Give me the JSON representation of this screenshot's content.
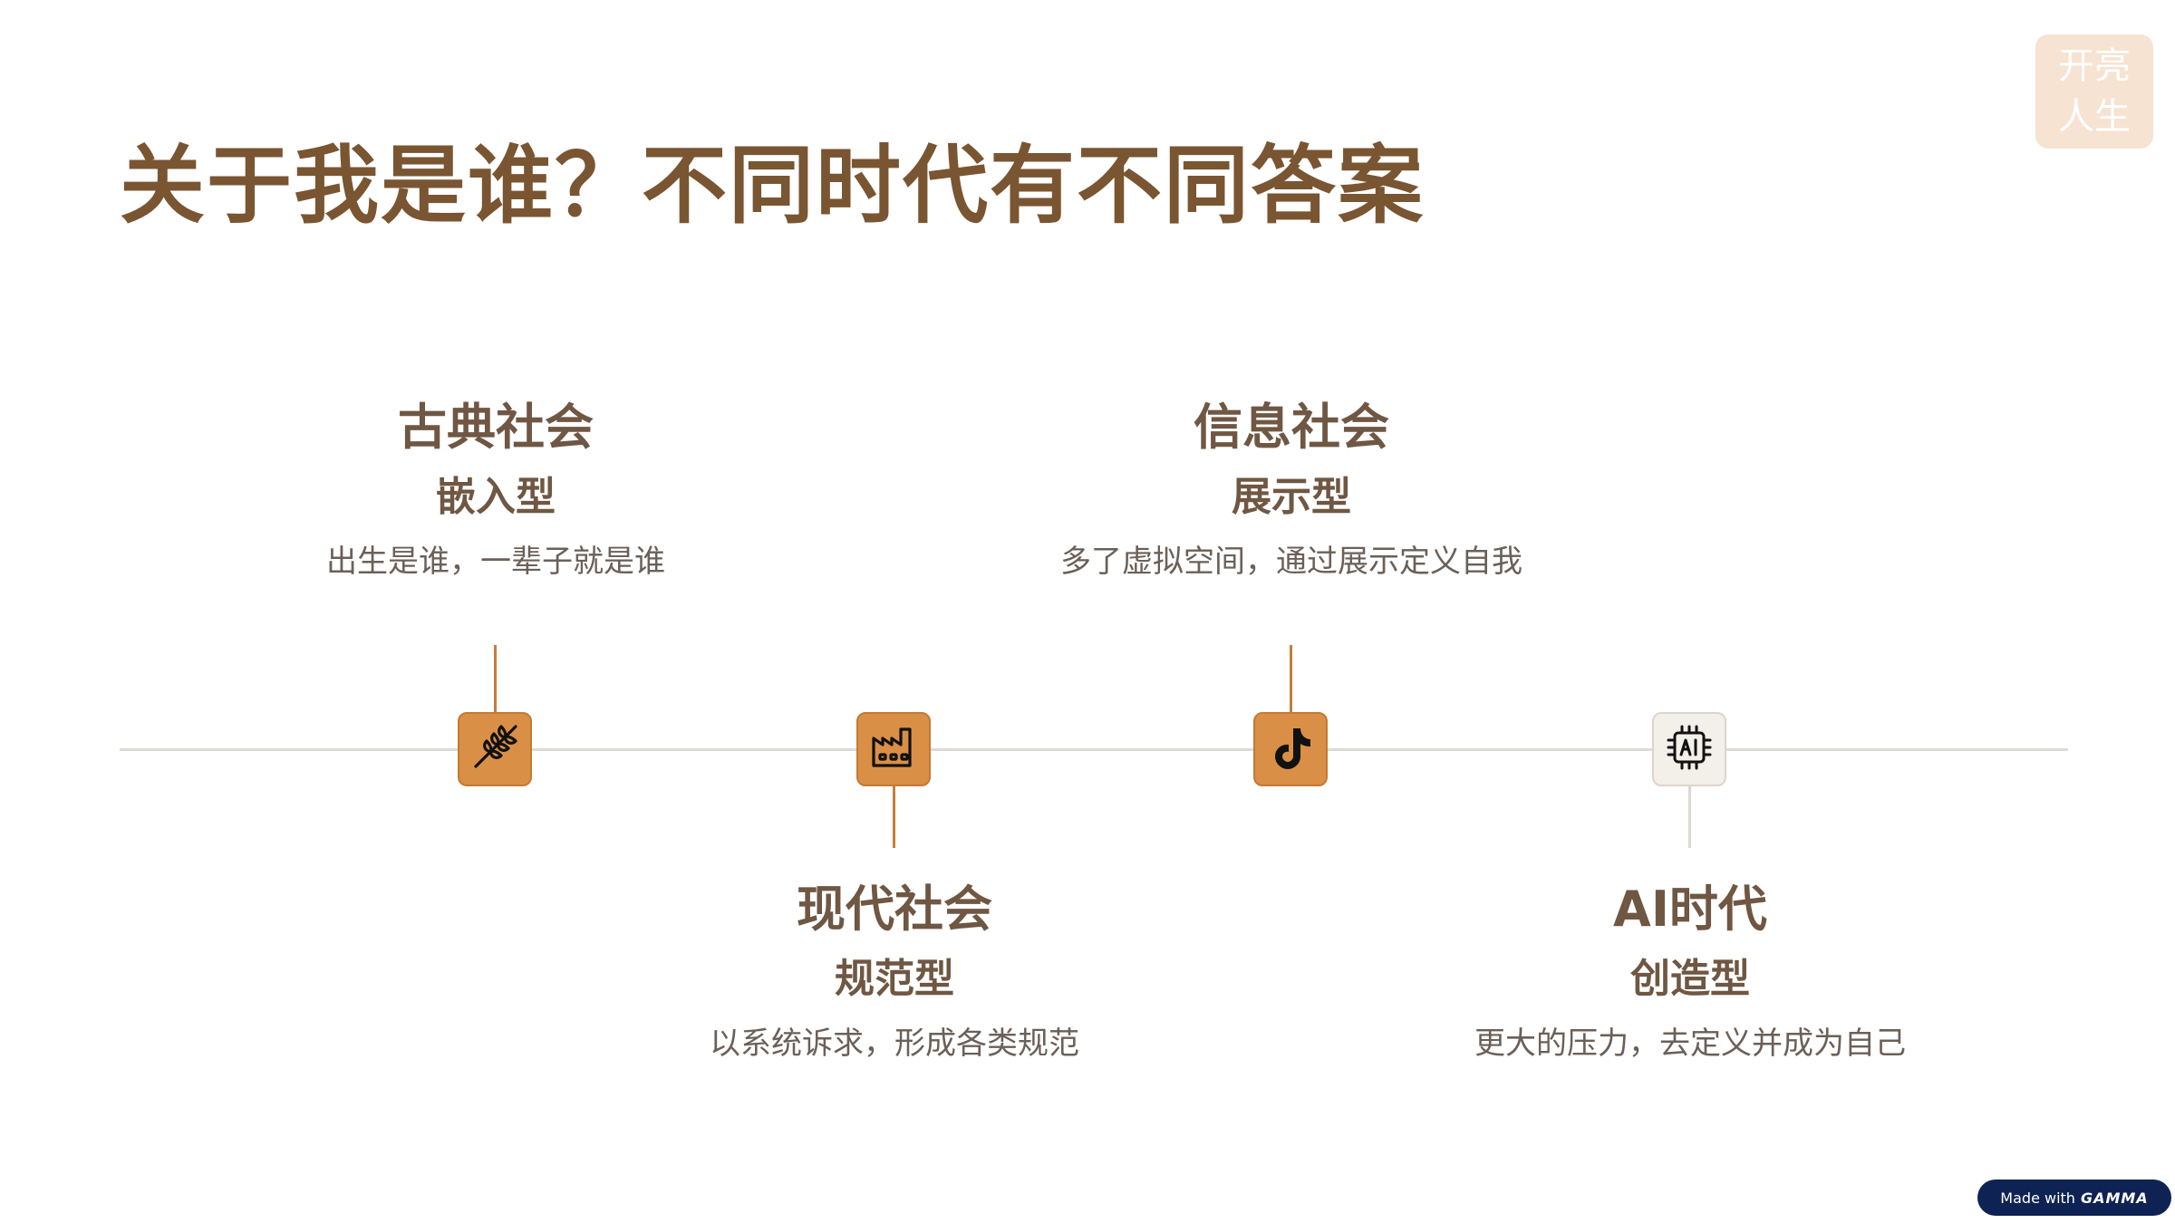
{
  "title": "关于我是谁？不同时代有不同答案",
  "brand_badge": {
    "line1": "开亮",
    "line2": "人生"
  },
  "timeline": [
    {
      "name": "古典社会",
      "type": "嵌入型",
      "desc": "出生是谁，一辈子就是谁",
      "icon": "wheat-icon",
      "position": "above",
      "color": "#d98f46"
    },
    {
      "name": "现代社会",
      "type": "规范型",
      "desc": "以系统诉求，形成各类规范",
      "icon": "factory-icon",
      "position": "below",
      "color": "#d98f46"
    },
    {
      "name": "信息社会",
      "type": "展示型",
      "desc": "多了虚拟空间，通过展示定义自我",
      "icon": "tiktok-icon",
      "position": "above",
      "color": "#d98f46"
    },
    {
      "name": "AI时代",
      "type": "创造型",
      "desc": "更大的压力，去定义并成为自己",
      "icon": "ai-chip-icon",
      "position": "below",
      "color": "#f3efe9"
    }
  ],
  "footer": {
    "made_with": "Made with",
    "brand": "GAMMA"
  },
  "colors": {
    "title": "#7a5532",
    "accent": "#d98f46",
    "axis": "#dddad6",
    "badge_bg": "#f6e3d2"
  }
}
